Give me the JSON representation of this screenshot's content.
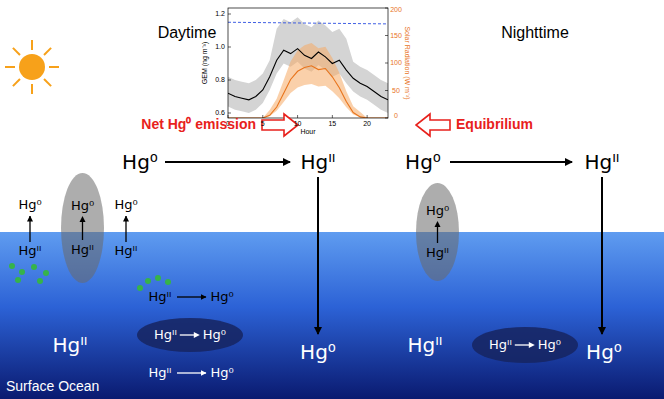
{
  "diagram": {
    "nodes": [
      {
        "text": [
          "Hg⁰",
          "Hgᴵᴵ"
        ]
      },
      {
        "text": [
          "Hgᴵᴵ",
          "Hg⁰"
        ]
      },
      {
        "text": [
          "Hg⁰",
          "Hgᴵᴵ"
        ]
      },
      {
        "text": [
          "Hgᴵᴵ",
          "Hg⁰"
        ]
      }
    ],
    "labels": [
      "Daytime",
      "Nighttime",
      "1.2",
      "1.0",
      "0.8",
      "0.6",
      "GEM (ng m⁻³)",
      "200",
      "150",
      "100",
      "50",
      "0",
      "0",
      "5",
      "10",
      "15",
      "20",
      "Hour",
      "Solar Radiation (W m⁻²)",
      "Net Hg⁰ emission",
      "Equibrilium",
      "Hg⁰",
      "Hgᴵᴵ",
      "Hg⁰",
      "Hgᴵᴵ",
      "Hg⁰",
      "Hg⁰",
      "Hgᴵᴵ",
      "Hgᴵᴵ",
      "Hgᴵᴵ",
      "Hg⁰",
      "Hgᴵᴵ",
      "Hg⁰",
      "Hgᴵᴵ",
      "Hg⁰",
      "Hgᴵᴵ",
      "Hg⁰",
      "Surface Ocean"
    ]
  }
}
